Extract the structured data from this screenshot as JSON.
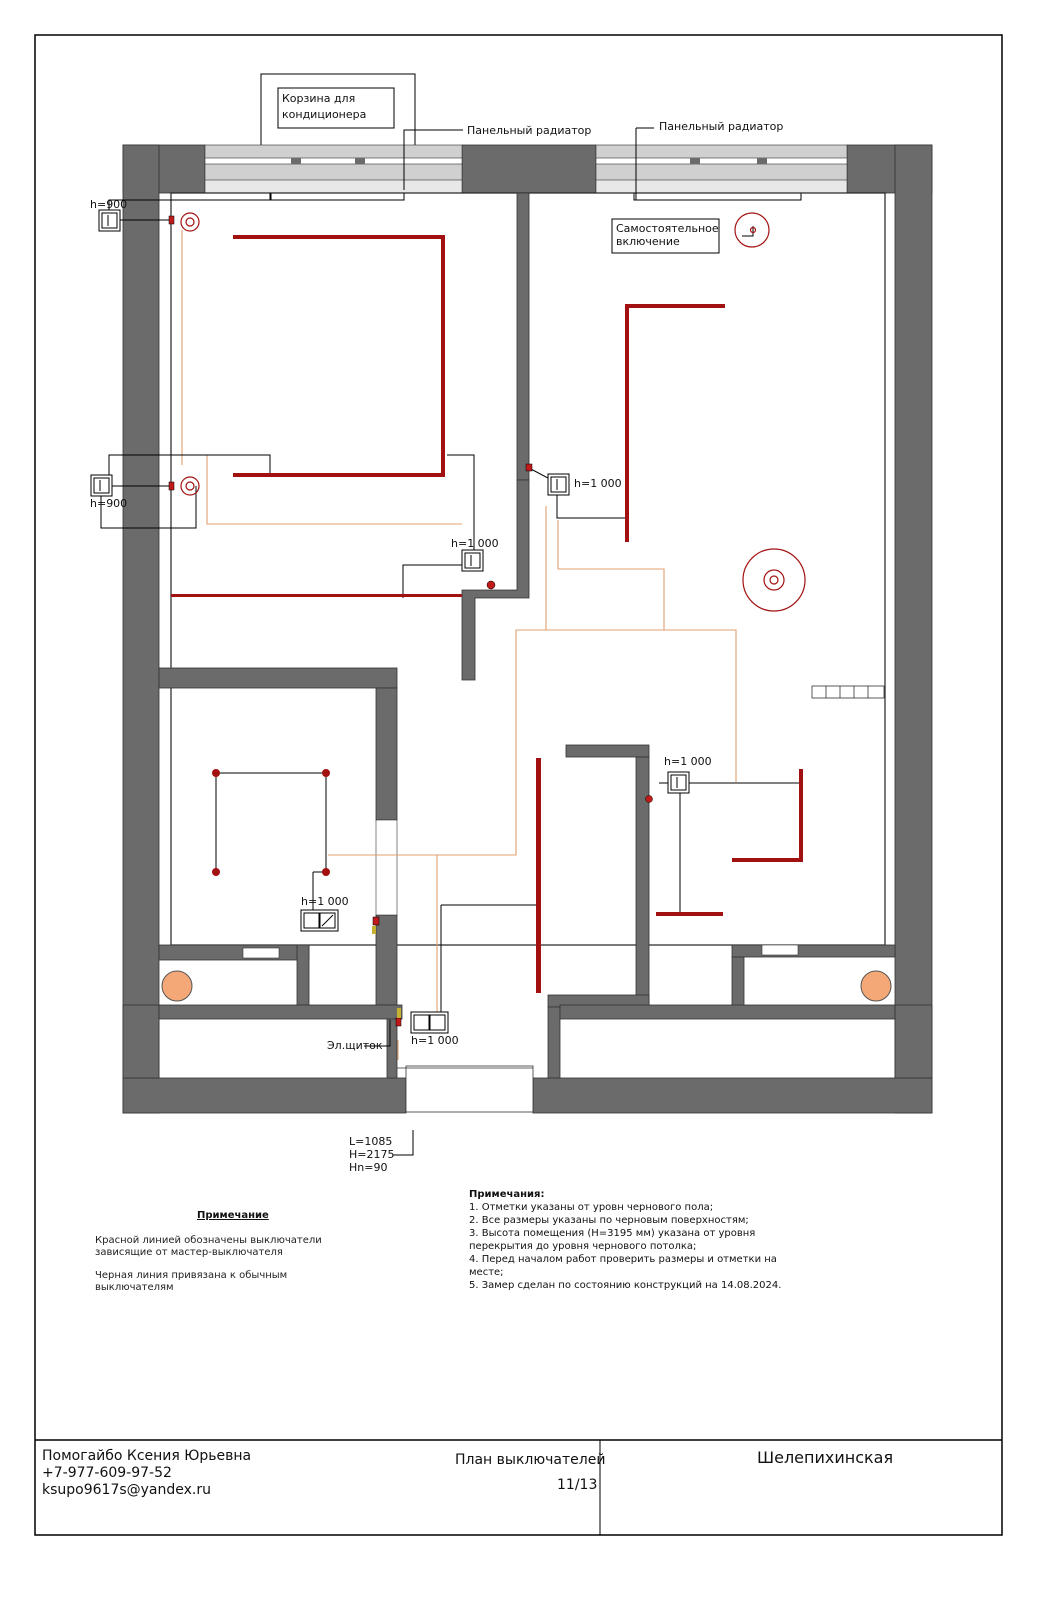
{
  "labels": {
    "ac_basket": [
      "Корзина для",
      "кондиционера"
    ],
    "radiator_1": "Панельный радиатор",
    "radiator_2": "Панельный радиатор",
    "independent_switch": [
      "Самостоятельное",
      "включение"
    ],
    "h900_top": "h=900",
    "h900_mid": "h=900",
    "h1000_center": "h=1 000",
    "h1000_right": "h=1 000",
    "h1000_lower_right": "h=1 000",
    "h1000_bath": "h=1 000",
    "h1000_hall": "h=1 000",
    "panel": "Эл.щиток",
    "door_l": "L=1085",
    "door_h": "H=2175",
    "door_hp": "Hn=90"
  },
  "legend": {
    "title": "Примечание",
    "red_line": "Красной линией обозначены выключатели\nзависящие от мастер-выключателя",
    "black_line": "Черная линия привязана к обычным\nвыключателям"
  },
  "remarks": {
    "title": "Примечания:",
    "items": [
      "1. Отметки указаны от уровн чернового пола;",
      "2. Все размеры указаны по черновым поверхностям;",
      "3. Высота помещения (H=3195 мм) указана от уровня",
      "перекрытия до уровня чернового потолка;",
      "4. Перед началом работ проверить размеры и отметки на",
      "месте;",
      "5. Замер сделан по состоянию конструкций на 14.08.2024."
    ]
  },
  "title_block": {
    "author": "Помогайбо Ксения Юрьевна",
    "phone": "+7-977-609-97-52",
    "email": "ksupo9617s@yandex.ru",
    "sheet_title": "План выключателей",
    "sheet_number": "11/13",
    "project": "Шелепихинская"
  },
  "colors": {
    "wall": "#6b6b6b",
    "red_lamp": "#a31010",
    "orange_wire": "#e0a070",
    "vent": "#f4a878"
  }
}
